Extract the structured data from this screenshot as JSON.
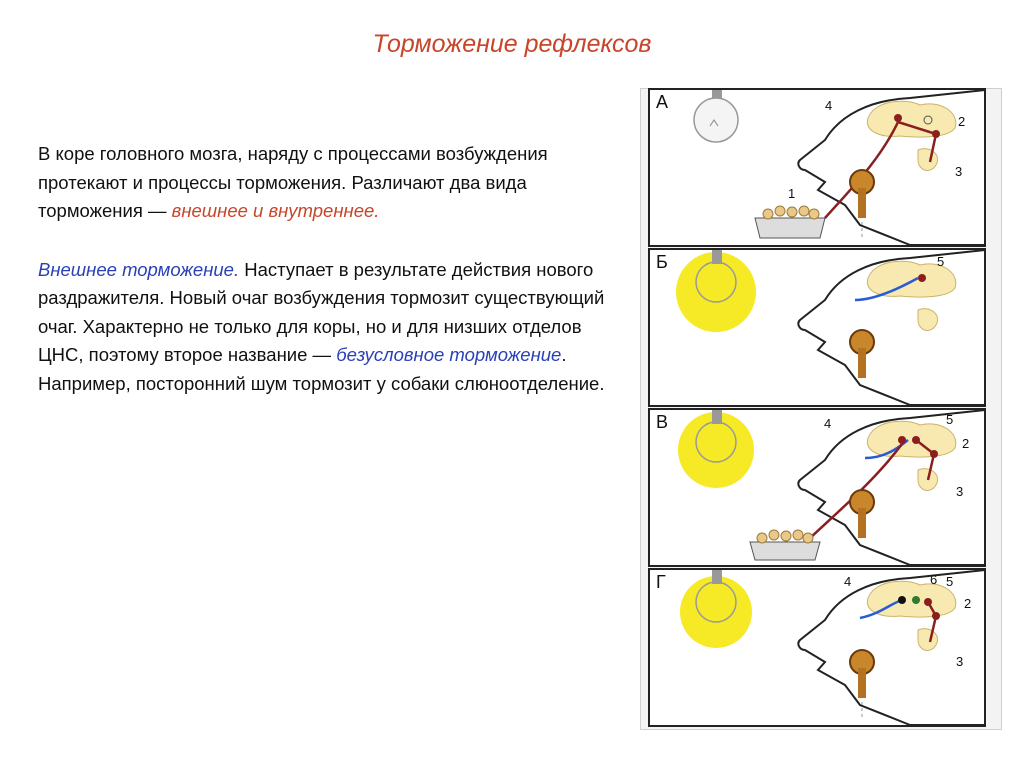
{
  "slide": {
    "title": "Торможение рефлексов",
    "para1_plain": "В коре головного мозга, наряду с процессами возбуждения протекают и процессы торможения. Различают два вида торможения — ",
    "para1_em": "внешнее и внутреннее.",
    "para2_em1": "Внешнее торможение.",
    "para2_plain1": " Наступает в результате действия нового раздражителя. Новый очаг возбуждения тормозит существующий очаг. Характерно не только для коры, но и для низших отделов ЦНС, поэтому второе название — ",
    "para2_em2": "безусловное торможение",
    "para2_plain2": ". Например, посторонний шум тормозит у собаки слюноотделение."
  },
  "figure": {
    "panels": [
      {
        "label": "А",
        "numbers": [
          "4",
          "2",
          "3",
          "1"
        ]
      },
      {
        "label": "Б",
        "numbers": [
          "5"
        ]
      },
      {
        "label": "В",
        "numbers": [
          "4",
          "5",
          "2",
          "3"
        ]
      },
      {
        "label": "Г",
        "numbers": [
          "4",
          "6",
          "5",
          "2",
          "3"
        ]
      }
    ]
  },
  "colors": {
    "title": "#c8452a",
    "external_inhibition": "#2a40b8",
    "types": "#c8452a",
    "lamp_glow": "#f5e600",
    "brain": "#f7e9b0",
    "nerve_red": "#8b1e1e",
    "nerve_blue": "#2a5bd7"
  }
}
